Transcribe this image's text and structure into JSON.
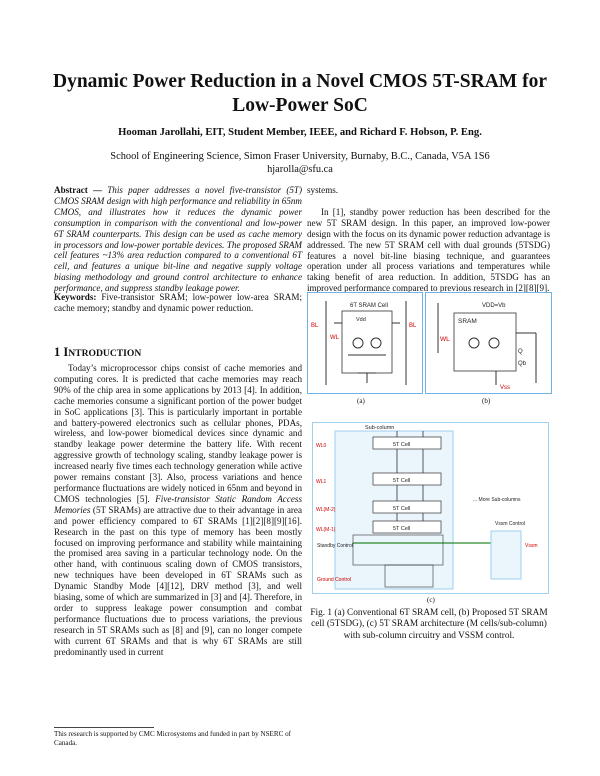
{
  "title": "Dynamic Power Reduction in a Novel CMOS 5T-SRAM for Low-Power SoC",
  "authors": "Hooman Jarollahi, EIT, Student Member, IEEE, and Richard F. Hobson, P. Eng.",
  "affiliation": "School of Engineering Science, Simon Fraser University, Burnaby, B.C., Canada, V5A 1S6",
  "email": "hjarolla@sfu.ca",
  "abstract_label": "Abstract —",
  "abstract_text": "This paper addresses a novel five-transistor (5T) CMOS SRAM design with high performance and reliability in 65nm CMOS, and illustrates how it reduces the dynamic power consumption in comparison with the conventional and low-power 6T SRAM counterparts. This design can be used as cache memory in processors and low-power portable devices. The proposed SRAM cell features ~13% area reduction compared to a conventional 6T cell, and features a unique bit-line and negative supply voltage biasing methodology and ground control architecture to enhance performance, and suppress standby leakage power.",
  "keywords_label": "Keywords:",
  "keywords_text": "Five-transistor SRAM; low-power low-area SRAM; cache memory; standby and dynamic power reduction.",
  "section_num": "1",
  "section_first": "I",
  "section_rest": "NTRODUCTION",
  "intro_text": "Today’s microprocessor chips consist of cache memories and computing cores. It is predicted that cache memories may reach 90% of the chip area in some applications by 2013 [4]. In addition, cache memories consume a significant portion of the power budget in SoC applications [3]. This is particularly important in portable and battery-powered electronics such as cellular phones, PDAs, wireless, and low-power biomedical devices since dynamic and standby leakage power determine the battery life. With recent aggressive growth of technology scaling, standby leakage power is increased nearly five times each technology generation while active power remains constant [3]. Also, process variations and hence performance fluctuations are widely noticed in 65nm and beyond in CMOS technologies [5].",
  "intro_italic": "Five-transistor Static Random Access Memories",
  "intro_text2": "(5T SRAMs) are attractive due to their advantage in area and power efficiency compared to 6T SRAMs [1][2][8][9][16]. Research in the past on this type of memory has been mostly focused on improving performance and stability while maintaining the promised area saving in a particular technology node. On the other hand, with continuous scaling down of CMOS transistors, new techniques have been developed in 6T SRAMs such as Dynamic Standby Mode [4][12], DRV method [3], and well biasing, some of which are summarized in [3] and [4]. Therefore, in order to suppress leakage power consumption and combat performance fluctuations due to process variations, the previous research in 5T SRAMs such as [8] and [9], can no longer compete with current 6T SRAMs and that is why 6T SRAMs are still predominantly used in current",
  "footnote": "This research is supported by CMC Microsystems and funded in part by NSERC of Canada.",
  "right_cont": "systems.",
  "right_para": "In [1], standby power reduction has been described for the new 5T SRAM design. In this paper, an improved low-power design with the focus on its dynamic power reduction advantage is addressed. The new 5T SRAM cell with dual grounds (5TSDG) features a novel bit-line biasing technique, and guarantees operation under all process variations and temperatures while taking benefit of area reduction. In addition, 5TSDG has an improved performance compared to previous research in [2][8][9].",
  "fig_a_label": "(a)",
  "fig_b_label": "(b)",
  "fig_c_label": "(c)",
  "fig_caption": "Fig. 1 (a) Conventional 6T SRAM cell, (b) Proposed 5T SRAM cell (5TSDG), (c) 5T SRAM architecture (M cells/sub-column) with sub-column circuitry and VSSM control.",
  "fig_a": {
    "cell": "6T SRAM Cell",
    "wl": "WL",
    "bl": "BL",
    "blb": "BL",
    "vdd": "Vdd"
  },
  "fig_b": {
    "cell": "SRAM",
    "wl": "WL",
    "vdd": "VDD=Vb",
    "q": "Q",
    "qb": "Qb",
    "vss": "Vss"
  },
  "fig_c": {
    "subcol": "Sub-column",
    "cells": [
      "5T Cell",
      "5T Cell",
      "5T Cell",
      "5T Cell"
    ],
    "wls": [
      "WL0",
      "WL1",
      "WL(M-2)",
      "WL(M-1)"
    ],
    "standby": "Standby Control",
    "ground": "Ground Control",
    "more": "... More Sub-columns",
    "vssm": "Vssm Control",
    "vssm_label": "Vssm"
  }
}
